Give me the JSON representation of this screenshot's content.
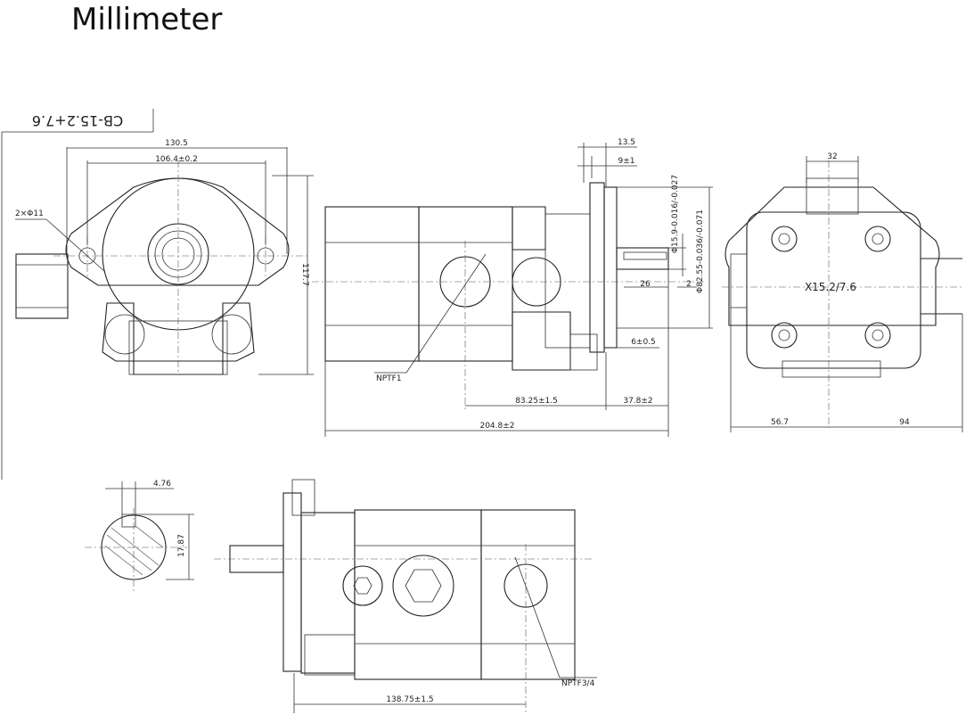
{
  "title": "Millimeter",
  "model_label": "CB-15.2+7.6",
  "dimensions": {
    "front_width": "130.5",
    "hole_spacing": "106.4±0.2",
    "holes": "2×Φ11",
    "front_height": "117.7",
    "flange_thick": "13.5",
    "step": "9±1",
    "shaft_dia": "Φ15.9-0.016/-0.027",
    "pilot_dia": "Φ82.55-0.036/-0.071",
    "shaft_len": "26",
    "keyway_depth": "2",
    "flange_offset": "6±0.5",
    "port_pos": "83.25±1.5",
    "flange_to_end": "37.8±2",
    "total_len": "204.8±2",
    "inlet_port": "NPTF1",
    "bolt_spacing": "32",
    "rear_left": "56.7",
    "rear_right": "94",
    "rear_label": "X15.2/7.6",
    "key_width": "4.76",
    "key_height": "17.87",
    "port_pos2": "138.75±1.5",
    "outlet_port": "NPTF3/4"
  }
}
